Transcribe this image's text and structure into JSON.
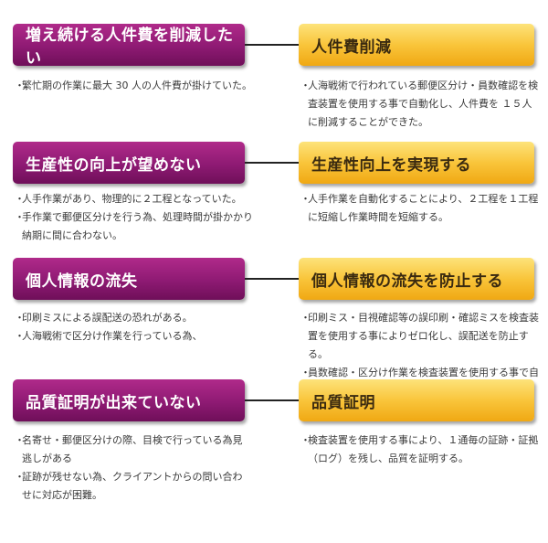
{
  "rows": [
    {
      "problem": "増え続ける人件費を削減したい",
      "solution": "人件費削減",
      "problem_notes": [
        "繁忙期の作業に最大 30 人の人件費が掛けていた。"
      ],
      "solution_notes": [
        "人海戦術で行われている郵便区分け・員数確認を検査装置を使用する事で自動化し、人件費を １５人に削減することができた。"
      ]
    },
    {
      "problem": "生産性の向上が望めない",
      "solution": "生産性向上を実現する",
      "problem_notes": [
        "人手作業があり、物理的に２工程となっていた。",
        "手作業で郵便区分けを行う為、処理時間が掛かかり納期に間に合わない。"
      ],
      "solution_notes": [
        "人手作業を自動化することにより、２工程を１工程に短縮し作業時間を短縮する。"
      ]
    },
    {
      "problem": "個人情報の流失",
      "solution": "個人情報の流失を防止する",
      "problem_notes": [
        "印刷ミスによる誤配送の恐れがある。",
        "人海戦術で区分け作業を行っている為、"
      ],
      "solution_notes": [
        "印刷ミス・目視確認等の誤印刷・確認ミスを検査装置を使用する事によりゼロ化し、誤配送を防止する。",
        "員数確認・区分け作業を検査装置を使用する事で自動化、ミス及び悪意による紛失をなくす。"
      ]
    },
    {
      "problem": "品質証明が出来ていない",
      "solution": "品質証明",
      "problem_notes": [
        "名寄せ・郵便区分けの際、目検で行っている為見逃しがある",
        "証跡が残せない為、クライアントからの問い合わせに対応が困難。"
      ],
      "solution_notes": [
        "検査装置を使用する事により、１通毎の証跡・証拠（ログ）を残し、品質を証明する。"
      ]
    }
  ],
  "bullet": "・",
  "colors": {
    "problem": "#8e1a73",
    "solution": "#f9c53b",
    "connector": "#222222"
  }
}
